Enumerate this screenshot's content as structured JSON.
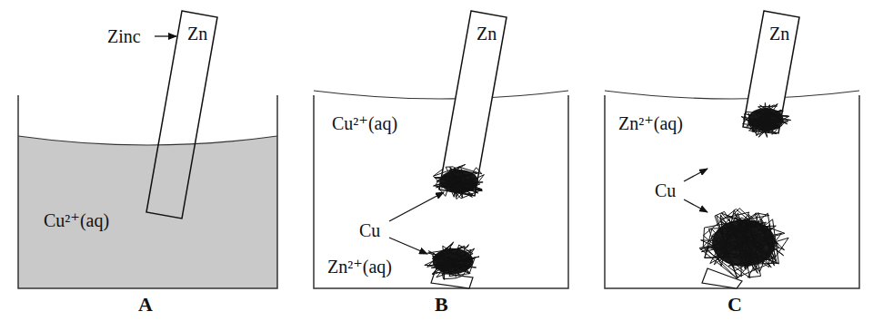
{
  "diagram": {
    "labels": [
      "Zinc",
      "Zn",
      "Cu²⁺(aq)",
      "A",
      "Zn",
      "Cu²⁺(aq)",
      "Cu",
      "Zn²⁺(aq)",
      "B",
      "Zn",
      "Zn²⁺(aq)",
      "Cu",
      "C"
    ]
  }
}
